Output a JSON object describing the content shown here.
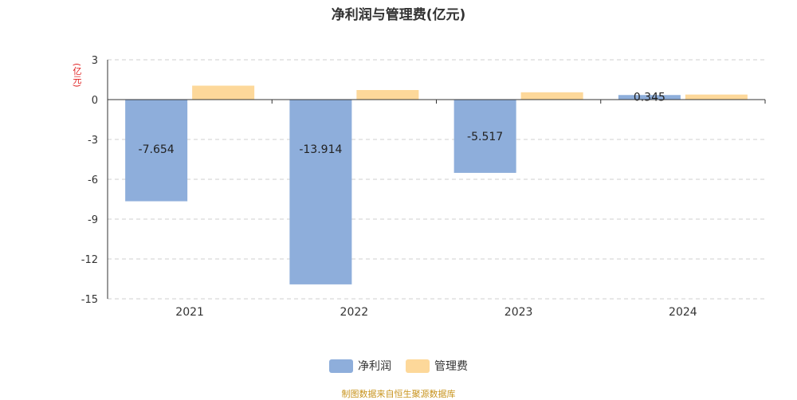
{
  "chart_data": {
    "type": "bar",
    "title": "净利润与管理费(亿元)",
    "ylabel": "(亿元)",
    "categories": [
      "2021",
      "2022",
      "2023",
      "2024"
    ],
    "series": [
      {
        "name": "净利润",
        "values": [
          -7.654,
          -13.914,
          -5.517,
          0.345
        ],
        "color": "#8eaedb",
        "labels": [
          "-7.654",
          "-13.914",
          "-5.517",
          "0.345"
        ]
      },
      {
        "name": "管理费",
        "values": [
          1.05,
          0.72,
          0.55,
          0.38
        ],
        "color": "#fdd89a"
      }
    ],
    "ylim": [
      -15,
      3
    ],
    "yticks": [
      3,
      0,
      -3,
      -6,
      -9,
      -12,
      -15
    ],
    "grid": true,
    "legend_position": "bottom"
  },
  "source": "制图数据来自恒生聚源数据库"
}
